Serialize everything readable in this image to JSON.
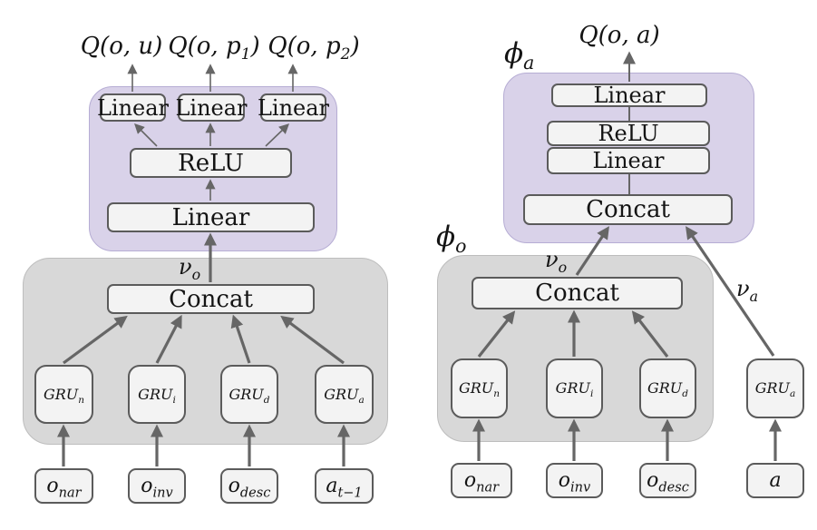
{
  "colors": {
    "panel_purple": "#d9d2e9",
    "panel_gray": "#d8d8d8",
    "node_fill": "#f3f3f3",
    "node_border": "#5b5b5b",
    "arrow": "#666666"
  },
  "left": {
    "outputs": [
      {
        "pre": "Q(o, u)",
        "sub": "",
        "post": ""
      },
      {
        "pre": "Q(o, p",
        "sub": "1",
        "post": ")"
      },
      {
        "pre": "Q(o, p",
        "sub": "2",
        "post": ")"
      }
    ],
    "head_linears": [
      "Linear",
      "Linear",
      "Linear"
    ],
    "relu": "ReLU",
    "linear": "Linear",
    "nu_o": {
      "pre": "ν",
      "sub": "o"
    },
    "concat": "Concat",
    "grus": [
      {
        "pre": "GRU",
        "sub": "n"
      },
      {
        "pre": "GRU",
        "sub": "i"
      },
      {
        "pre": "GRU",
        "sub": "d"
      },
      {
        "pre": "GRU",
        "sub": "a"
      }
    ],
    "inputs": [
      {
        "pre": "o",
        "sub": "nar"
      },
      {
        "pre": "o",
        "sub": "inv"
      },
      {
        "pre": "o",
        "sub": "desc"
      },
      {
        "pre": "a",
        "sub": "t−1"
      }
    ]
  },
  "right": {
    "phi_a": {
      "pre": "ϕ",
      "sub": "a"
    },
    "phi_o": {
      "pre": "ϕ",
      "sub": "o"
    },
    "output": {
      "pre": "Q(o, a)",
      "sub": "",
      "post": ""
    },
    "stack": [
      "Linear",
      "ReLU",
      "Linear",
      "Concat"
    ],
    "nu_o": {
      "pre": "ν",
      "sub": "o"
    },
    "nu_a": {
      "pre": "ν",
      "sub": "a"
    },
    "concat": "Concat",
    "grus": [
      {
        "pre": "GRU",
        "sub": "n"
      },
      {
        "pre": "GRU",
        "sub": "i"
      },
      {
        "pre": "GRU",
        "sub": "d"
      }
    ],
    "gru_a": {
      "pre": "GRU",
      "sub": "a"
    },
    "inputs": [
      {
        "pre": "o",
        "sub": "nar"
      },
      {
        "pre": "o",
        "sub": "inv"
      },
      {
        "pre": "o",
        "sub": "desc"
      }
    ],
    "input_a": {
      "pre": "a",
      "sub": ""
    }
  }
}
